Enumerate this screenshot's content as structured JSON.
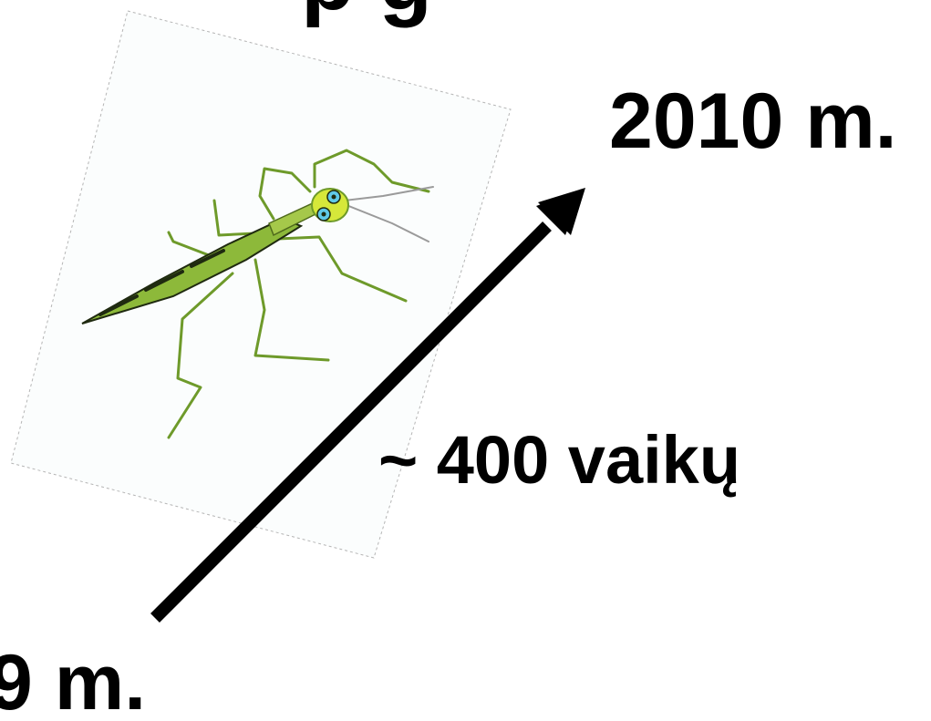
{
  "slide": {
    "title_partial": "p        g",
    "year_end": "2010 m.",
    "count_label": "~ 400 vaikų",
    "year_start": "9 m."
  },
  "illustration": {
    "icon": "stick-insect-icon",
    "body_color": "#8db93a",
    "stripe_color": "#1f2a10",
    "eye_color": "#5fc9e8",
    "head_color": "#d6e83a"
  },
  "arrow": {
    "icon": "arrow-up-right-icon",
    "color": "#000000"
  }
}
